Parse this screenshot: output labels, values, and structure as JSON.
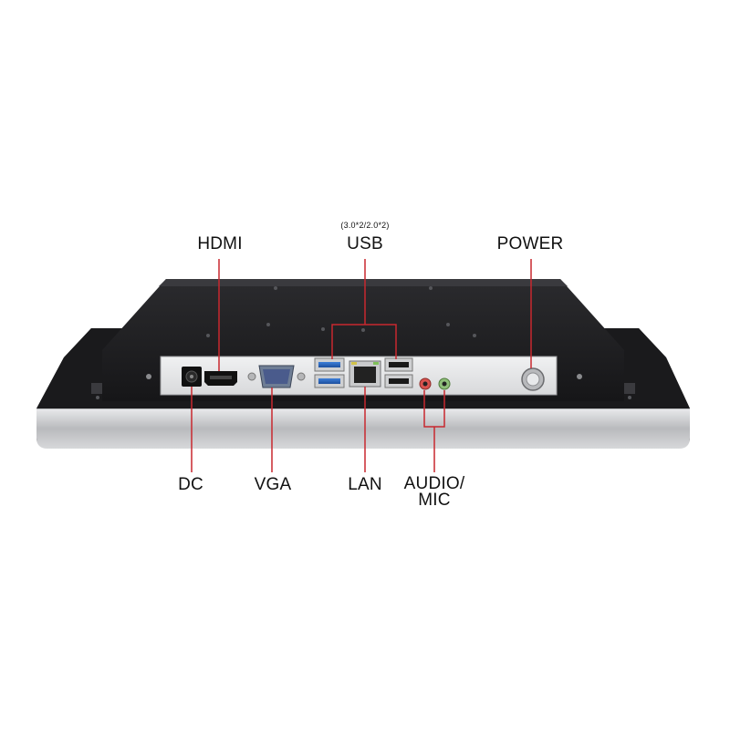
{
  "labels": {
    "hdmi": "HDMI",
    "usb_spec": "(3.0*2/2.0*2)",
    "usb": "USB",
    "power": "POWER",
    "dc": "DC",
    "vga": "VGA",
    "lan": "LAN",
    "audio_line1": "AUDIO/",
    "audio_line2": "MIC"
  },
  "colors": {
    "callout_line": "#c8282f",
    "chassis": "#1c1c1e",
    "bezel": "#c9cacc",
    "io_plate": "#e6e7e9"
  }
}
